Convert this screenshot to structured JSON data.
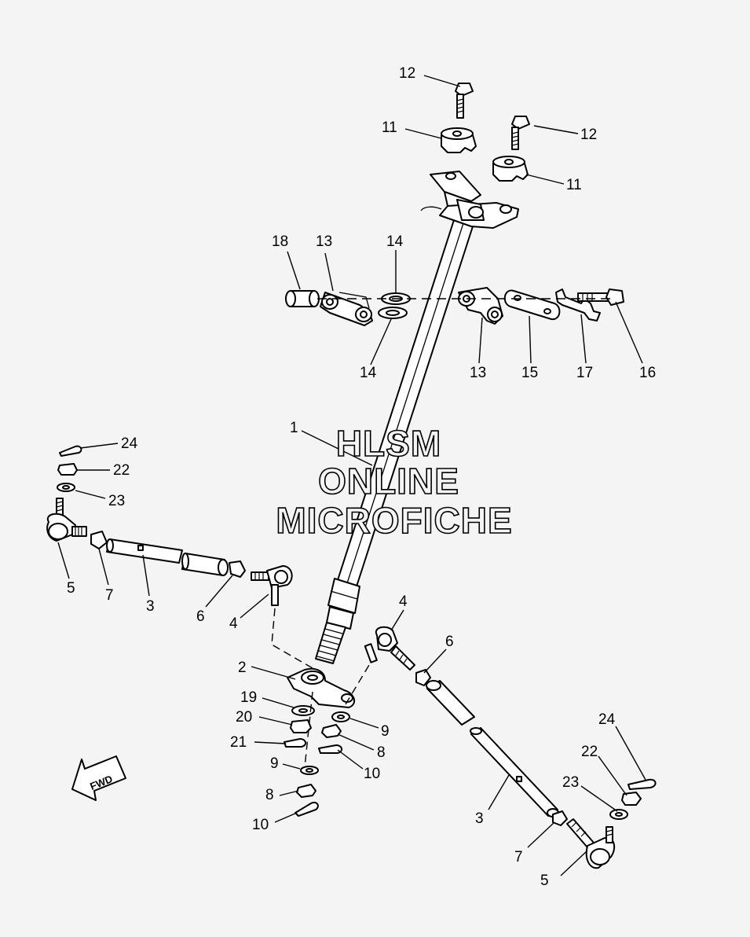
{
  "watermark": {
    "line1": "HLSM",
    "line2": "ONLINE",
    "line3": "MICROFICHE"
  },
  "fwd_label": "FWD",
  "callouts": {
    "c1": "1",
    "c2": "2",
    "c3a": "3",
    "c3b": "3",
    "c4a": "4",
    "c4b": "4",
    "c5a": "5",
    "c5b": "5",
    "c6a": "6",
    "c6b": "6",
    "c7a": "7",
    "c7b": "7",
    "c8a": "8",
    "c8b": "8",
    "c9a": "9",
    "c9b": "9",
    "c10a": "10",
    "c10b": "10",
    "c11a": "11",
    "c11b": "11",
    "c12a": "12",
    "c12b": "12",
    "c13a": "13",
    "c13b": "13",
    "c14a": "14",
    "c14b": "14",
    "c15": "15",
    "c16": "16",
    "c17": "17",
    "c18": "18",
    "c19": "19",
    "c20": "20",
    "c21": "21",
    "c22a": "22",
    "c22b": "22",
    "c23a": "23",
    "c23b": "23",
    "c24a": "24",
    "c24b": "24"
  }
}
